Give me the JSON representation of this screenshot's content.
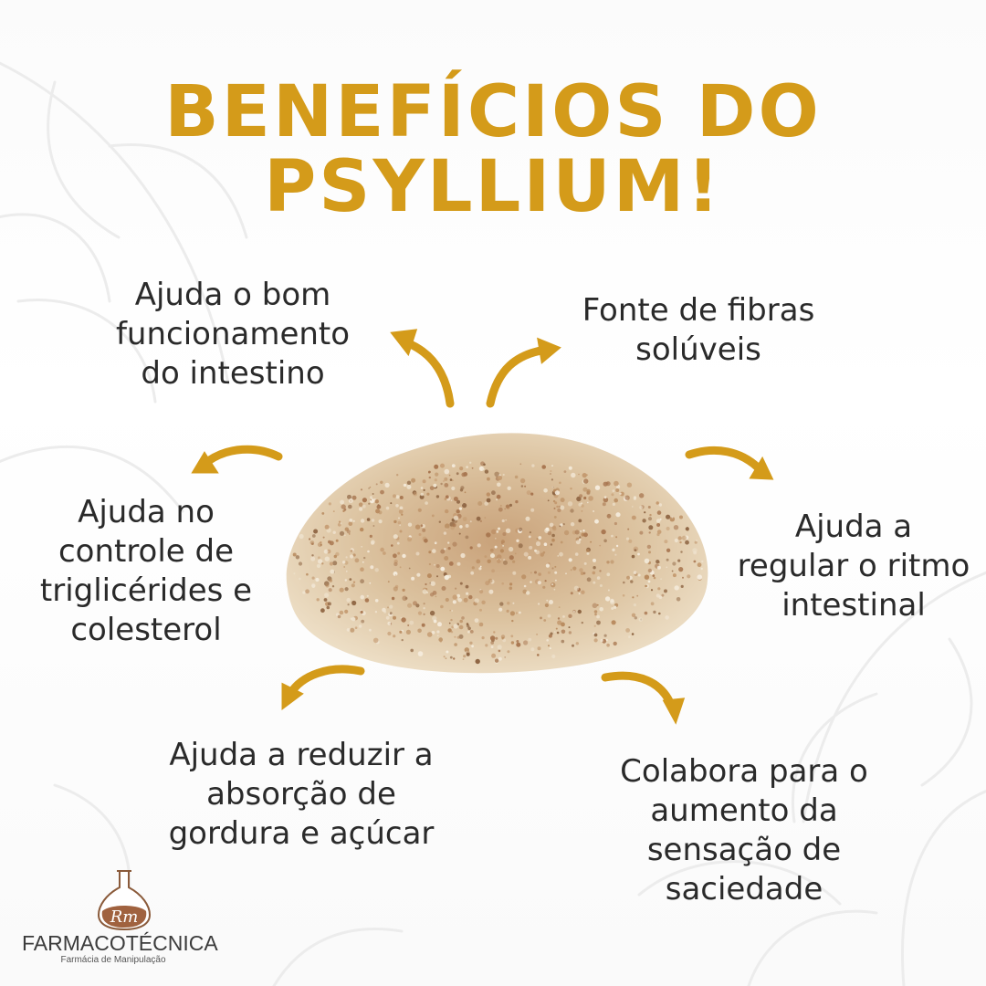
{
  "title": {
    "line1": "BENEFÍCIOS DO",
    "line2": "PSYLLIUM!"
  },
  "benefits": [
    {
      "lines": [
        "Ajuda o bom",
        "funcionamento",
        "do intestino"
      ]
    },
    {
      "lines": [
        "Fonte de fibras",
        "solúveis"
      ]
    },
    {
      "lines": [
        "Ajuda no",
        "controle de",
        "triglicérides e",
        "colesterol"
      ]
    },
    {
      "lines": [
        "Ajuda a",
        "regular o ritmo",
        "intestinal"
      ]
    },
    {
      "lines": [
        "Ajuda a reduzir a",
        "absorção de",
        "gordura e açúcar"
      ]
    },
    {
      "lines": [
        "Colabora para o",
        "aumento da",
        "sensação de",
        "saciedade"
      ]
    }
  ],
  "logo": {
    "monogram": "Rm",
    "name": "FARMACOTÉCNICA",
    "tagline": "Farmácia de Manipulação"
  },
  "colors": {
    "accent": "#d49b1a",
    "text": "#2a2a2a",
    "powder": "#dcc3a0"
  }
}
